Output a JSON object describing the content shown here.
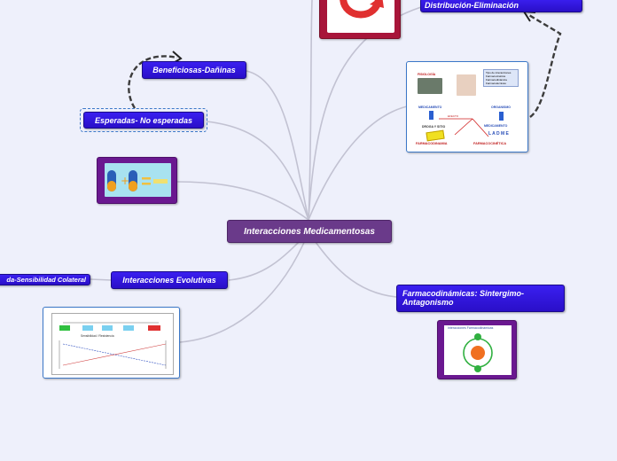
{
  "central": {
    "label": "Interacciones Medicamentosas"
  },
  "topics": {
    "distribucion": "Distribución-Eliminación",
    "beneficiosas": "Beneficiosas-Dañinas",
    "esperadas": "Esperadas- No esperadas",
    "evolutivas": "Interacciones Evolutivas",
    "sensibilidad": "da-Sensibilidad Colateral",
    "farmacodinamicas": "Farmacodinámicas: Sintergimo-Antagonismo"
  },
  "image_pk_pd": {
    "farmacocinetica_title": "FISIOLOGÍA",
    "legend_lines": [
      "Tipo de interacciones",
      "Farmacocinética",
      "Farmacodinámica",
      "Farmacotécnicas"
    ],
    "medicamento_left": "MEDICAMENTO",
    "organismo": "ORGANISMO",
    "efecto": "EFECTO",
    "droga_sitio": "DROGA Y SITIO",
    "medicamento_right": "MEDICAMENTO",
    "ladme": "L A D M E",
    "farmacodinamia": "FARMACODINAMIA",
    "farmacocinetica": "FARMACOCINÉTICA"
  },
  "image_sensitivity": {
    "caption": "Sensibilidad / Resistencia"
  },
  "image_cycle": {
    "title": "Interacciones Farmacodinámicas"
  },
  "colors": {
    "link": "#b9b9c9",
    "topic_blue": "#2a0fc8",
    "topic_purple": "#6a3a8a",
    "relationship": "#444444"
  }
}
